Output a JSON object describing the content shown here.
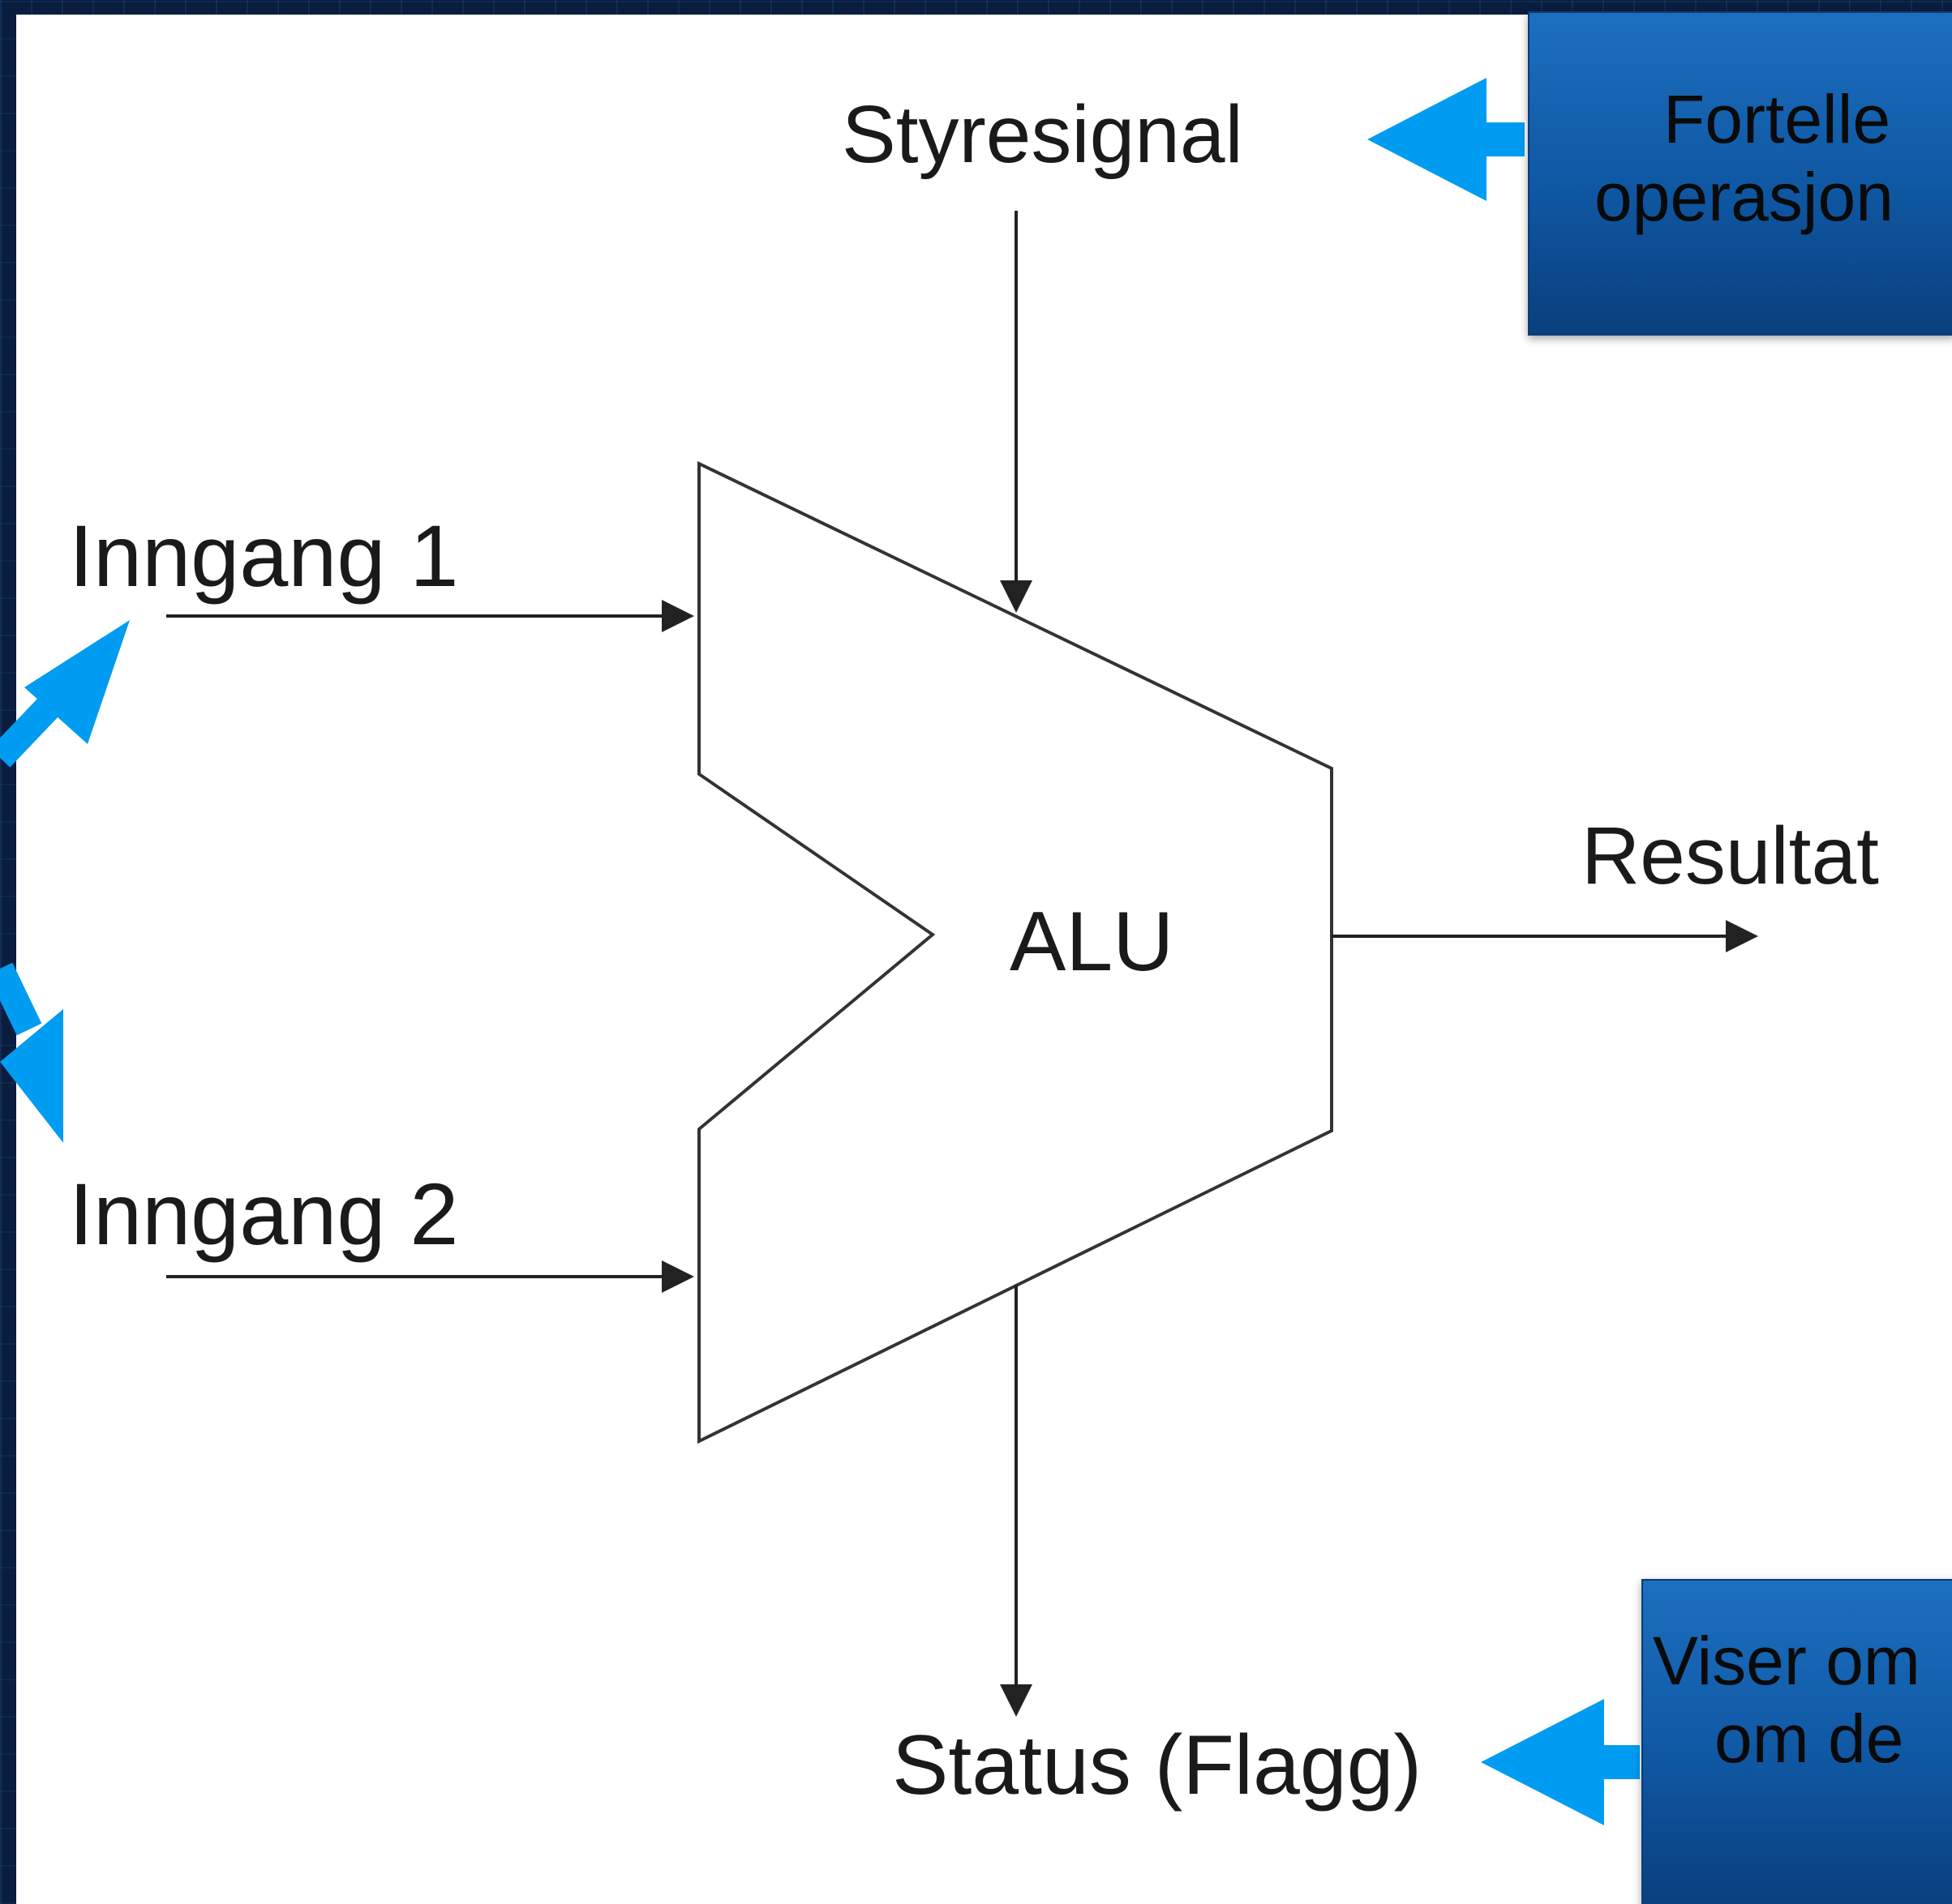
{
  "diagram": {
    "block_label": "ALU",
    "inputs": {
      "input1": "Inngang 1",
      "input2": "Inngang 2"
    },
    "control_signal": "Styresignal",
    "output_result": "Resultat",
    "output_status": "Status (Flagg)"
  },
  "callouts": {
    "top_right": {
      "line1": "Fortelle",
      "line2": "operasjon"
    },
    "bottom_right": {
      "line1": "Viser om",
      "line2": "om de"
    }
  },
  "colors": {
    "background": "#0a1d3f",
    "panel": "#ffffff",
    "diagram_lines": "#222222",
    "annotation_arrows": "#009cf2",
    "callout_box": "#0f57a3"
  }
}
